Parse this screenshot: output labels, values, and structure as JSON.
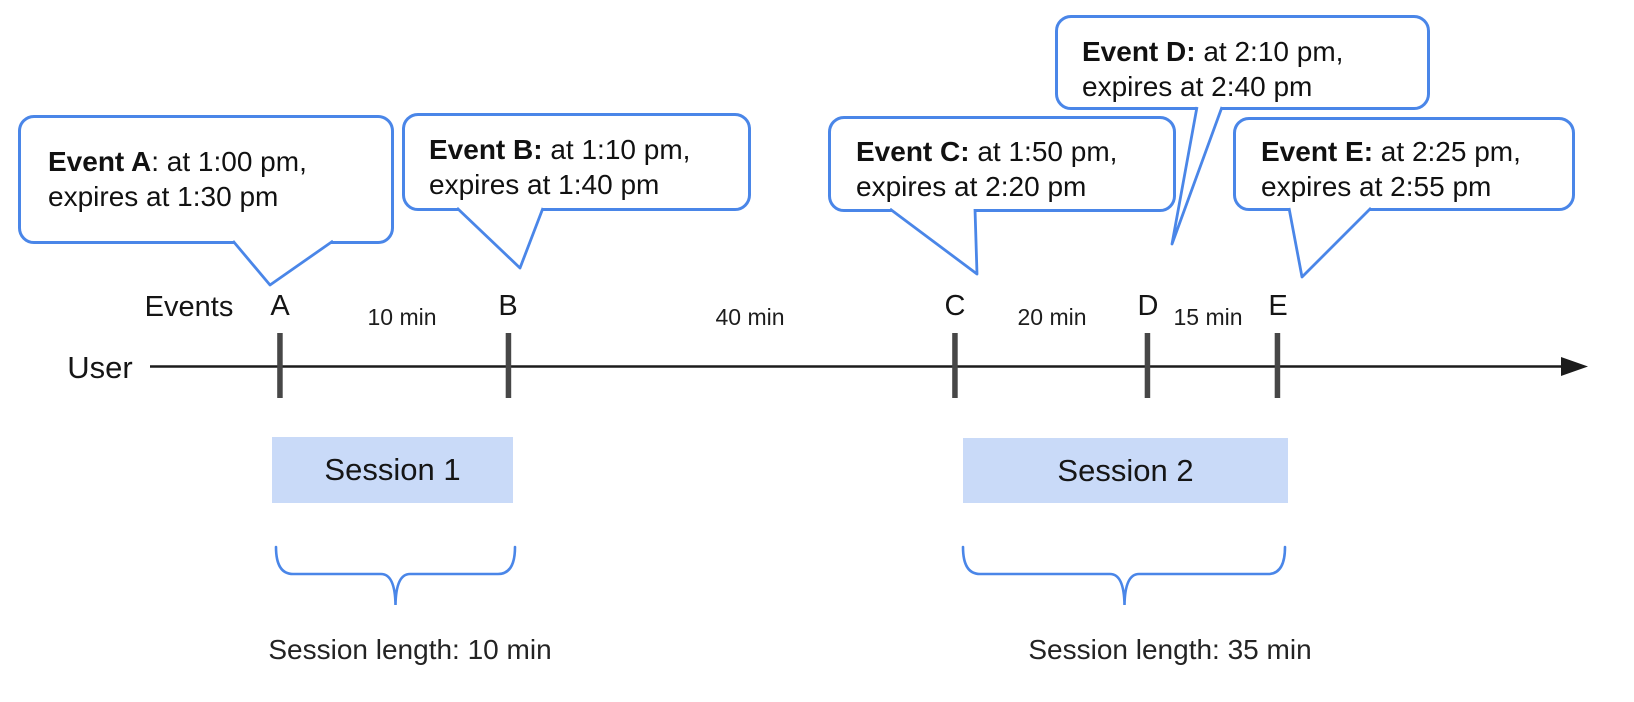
{
  "diagram": {
    "events_label": "Events",
    "user_label": "User"
  },
  "bubbles": [
    {
      "bold": "Event A",
      "rest": ": at 1:00 pm,",
      "line2": "expires at 1:30 pm"
    },
    {
      "bold": "Event B:",
      "rest": " at 1:10 pm,",
      "line2": "expires at 1:40 pm"
    },
    {
      "bold": "Event C:",
      "rest": " at 1:50 pm,",
      "line2": "expires at 2:20 pm"
    },
    {
      "bold": "Event D:",
      "rest": " at 2:10 pm,",
      "line2": "expires at 2:40 pm"
    },
    {
      "bold": "Event E:",
      "rest": " at 2:25 pm,",
      "line2": "expires at 2:55 pm"
    }
  ],
  "ticks": [
    {
      "label": "A"
    },
    {
      "label": "B"
    },
    {
      "label": "C"
    },
    {
      "label": "D"
    },
    {
      "label": "E"
    }
  ],
  "gaps": [
    {
      "label": "10 min"
    },
    {
      "label": "40 min"
    },
    {
      "label": "20 min"
    },
    {
      "label": "15 min"
    }
  ],
  "sessions": [
    {
      "label": "Session 1",
      "length_label": "Session length: 10 min"
    },
    {
      "label": "Session 2",
      "length_label": "Session length: 35 min"
    }
  ],
  "colors": {
    "accent_blue": "#4a86e8",
    "session_fill": "#c9daf8",
    "tick_gray": "#474747",
    "axis_black": "#1c1c1c"
  }
}
